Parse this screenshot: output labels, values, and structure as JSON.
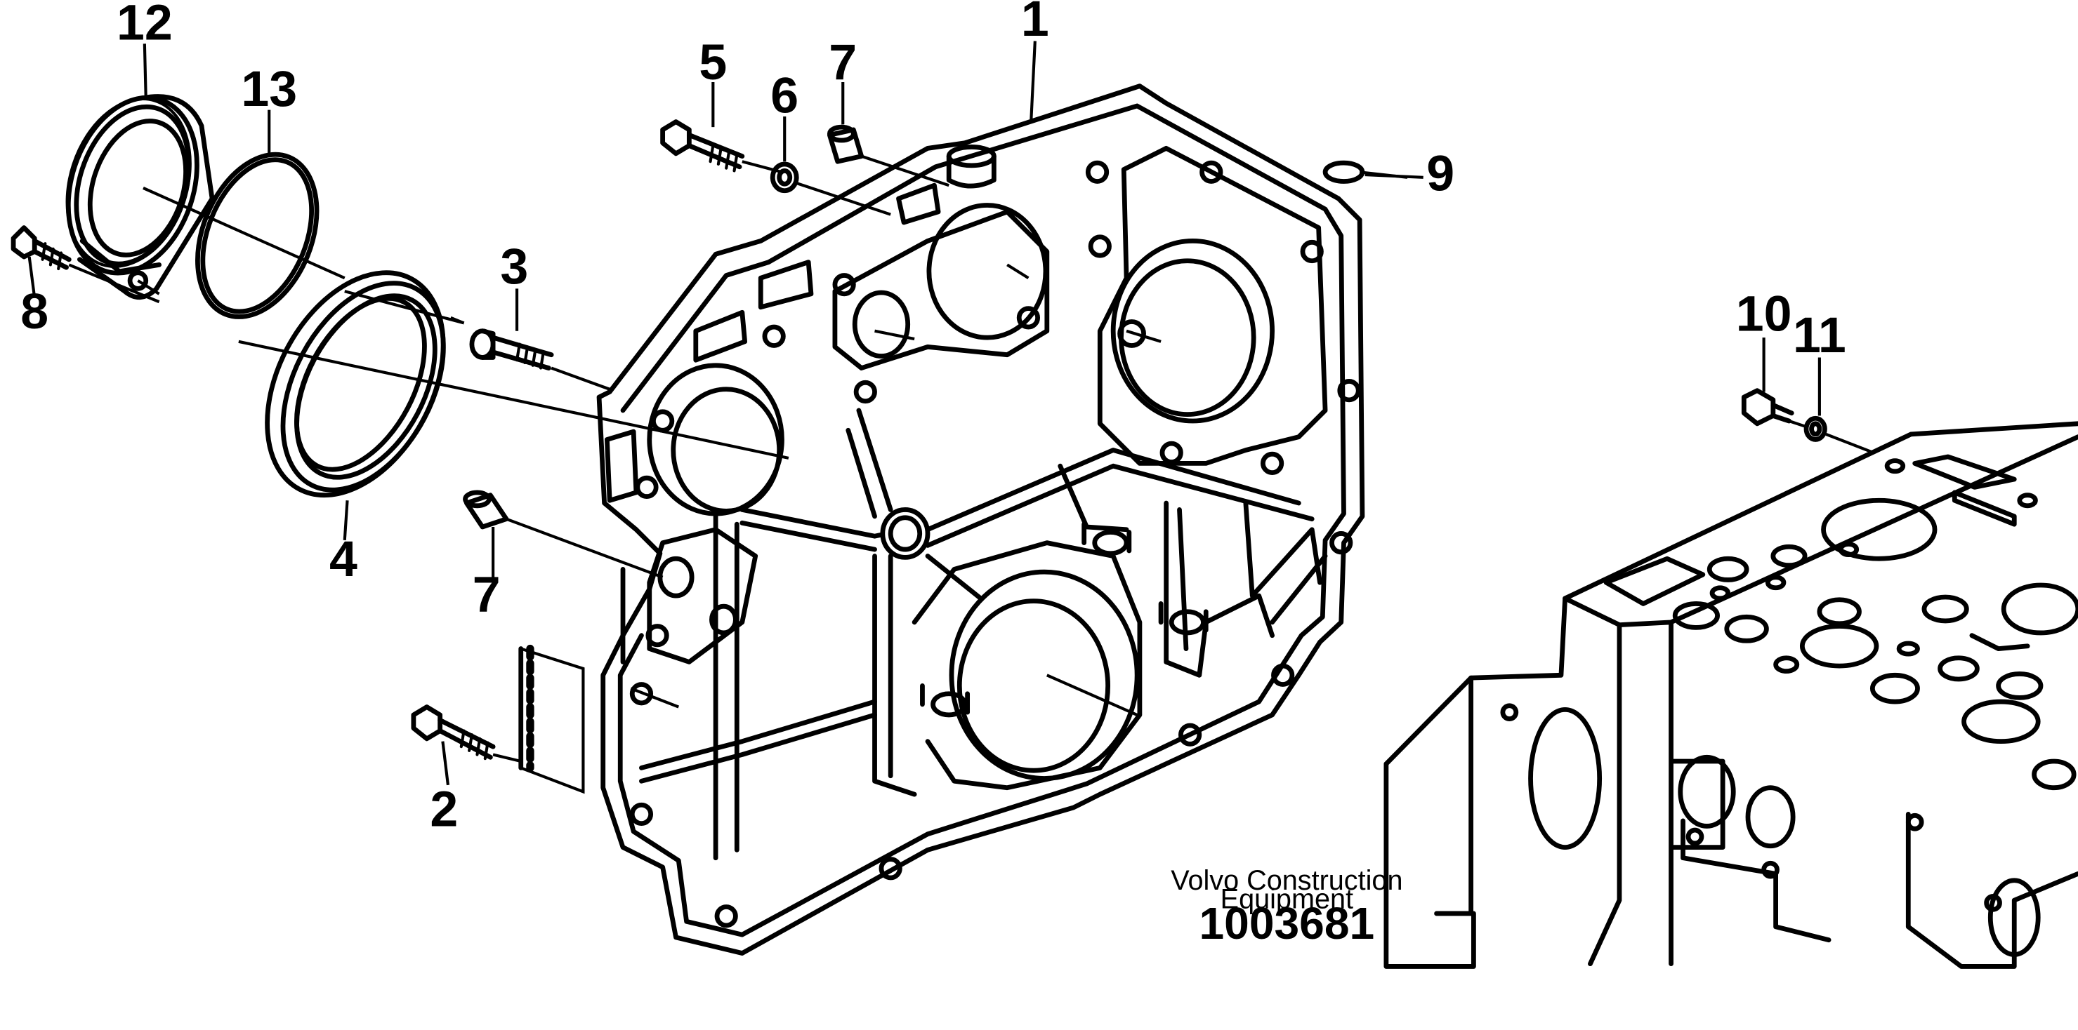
{
  "callouts": {
    "c1": "1",
    "c2": "2",
    "c3": "3",
    "c4": "4",
    "c5": "5",
    "c6": "6",
    "c7a": "7",
    "c7b": "7",
    "c8": "8",
    "c9": "9",
    "c10": "10",
    "c11": "11",
    "c12": "12",
    "c13": "13"
  },
  "footer": {
    "maker_line1": "Volvo Construction",
    "maker_line2": "Equipment",
    "doc_number": "1003681"
  }
}
